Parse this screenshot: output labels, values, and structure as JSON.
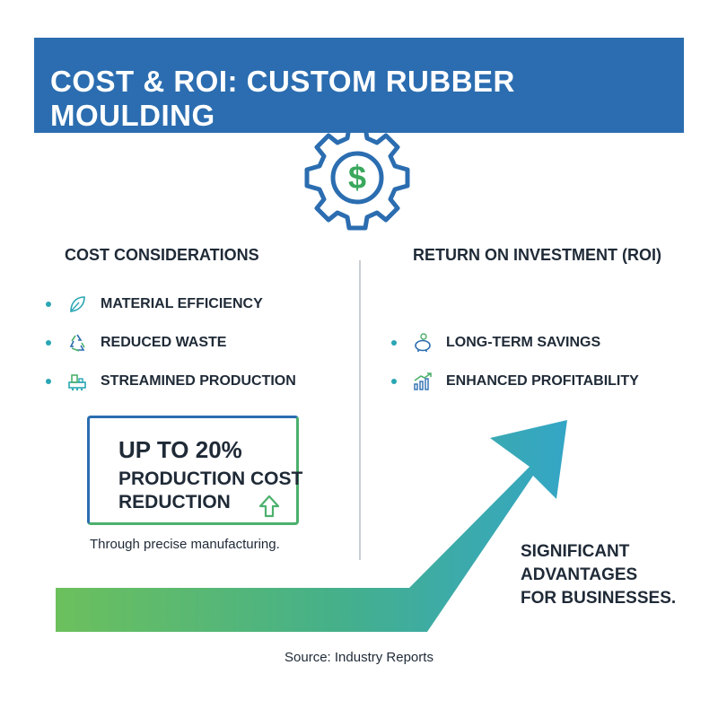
{
  "header": {
    "title": "COST & ROI: CUSTOM RUBBER MOULDING"
  },
  "hero": {
    "icon": "gear-dollar-icon",
    "icon_color": "#2b6db0",
    "dollar_color": "#3aa85d"
  },
  "cost": {
    "title": "COST CONSIDERATIONS",
    "items": [
      {
        "label": "MATERIAL EFFICIENCY",
        "icon": "leaf-icon"
      },
      {
        "label": "REDUCED WASTE",
        "icon": "recycle-icon"
      },
      {
        "label": "STREAMINED PRODUCTION",
        "icon": "machine-icon"
      }
    ],
    "callout": {
      "headline": "UP TO 20%",
      "line1": "PRODUCTION COST",
      "line2": "REDUCTION",
      "icon": "arrow-up-icon"
    },
    "note": "Through precise manufacturing."
  },
  "roi": {
    "title": "RETURN ON INVESTMENT (ROI)",
    "items": [
      {
        "label": "LONG-TERM SAVINGS",
        "icon": "piggy-bank-icon"
      },
      {
        "label": "ENHANCED PROFITABILITY",
        "icon": "growth-chart-icon"
      }
    ],
    "tagline": {
      "line1": "SIGNIFICANT",
      "line2": "ADVANTAGES",
      "line3": "FOR BUSINESSES."
    }
  },
  "colors": {
    "brand_blue": "#2b6db0",
    "green": "#4cb06d",
    "teal": "#2aa6b4"
  },
  "footer": {
    "source": "Source: Industry Reports"
  }
}
